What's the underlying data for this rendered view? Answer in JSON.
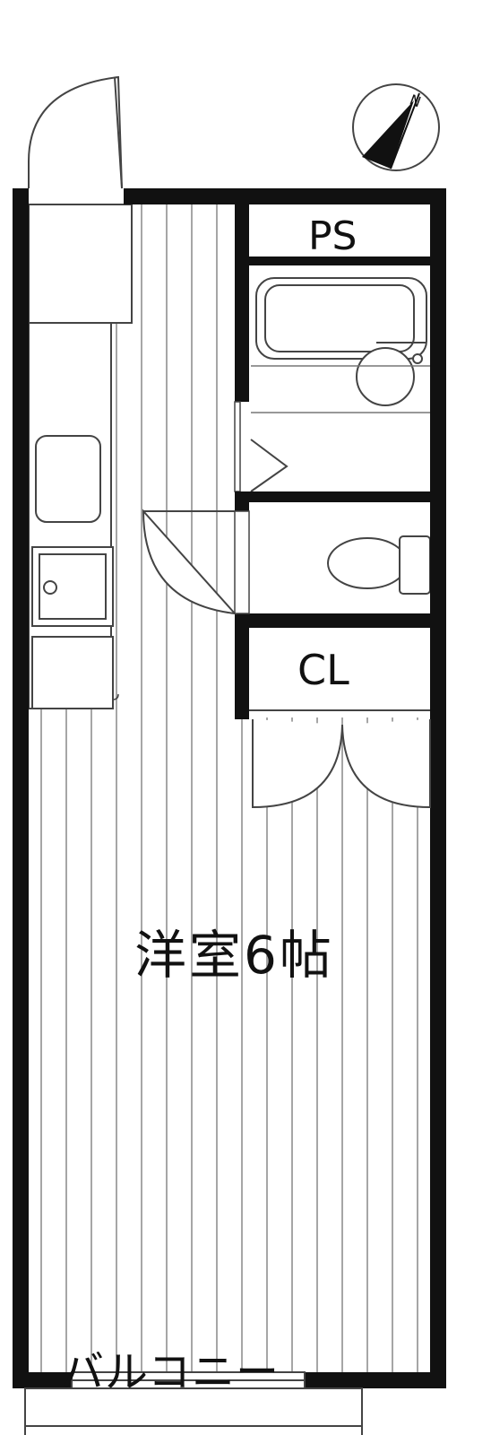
{
  "labels": {
    "pipe_space": "PS",
    "closet": "CL",
    "room": "洋室6帖",
    "balcony": "バルコニー"
  },
  "compass": {
    "north_letter": "N"
  },
  "colors": {
    "wall": "#111111",
    "line": "#555555",
    "floor_line": "#888888",
    "background": "#ffffff"
  }
}
